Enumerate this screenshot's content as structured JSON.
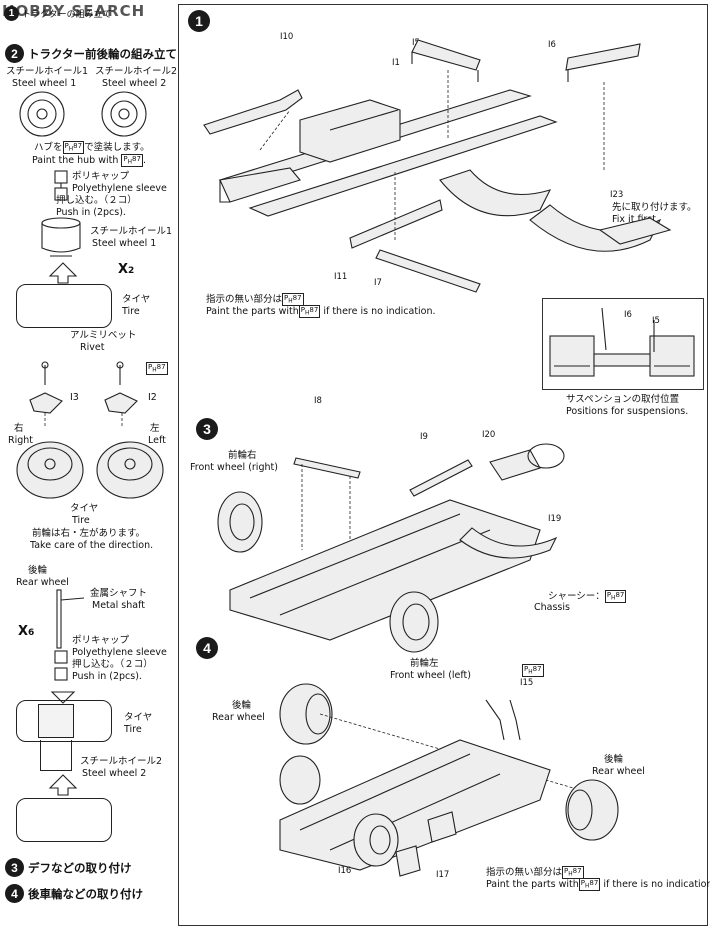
{
  "logo": "HOBBY SEARCH",
  "left": {
    "step1_title": "トラクターの組み立て",
    "step2_title": "トラクター前後輪の組み立て",
    "steel_wheel1_jp": "スチールホイール1",
    "steel_wheel1_en": "Steel wheel 1",
    "steel_wheel2_jp": "スチールホイール2",
    "steel_wheel2_en": "Steel wheel 2",
    "paint_hub_jp": "ハブを",
    "paint_hub_jp2": "で塗装します。",
    "paint_hub_en": "Paint the hub with",
    "paint_code": "87",
    "poly_jp": "ポリキャップ",
    "poly_en": "Polyethylene sleeve",
    "push_jp": "押し込む。（２コ）",
    "push_en": "Push in (2pcs).",
    "steel_wheel1b_jp": "スチールホイール1",
    "steel_wheel1b_en": "Steel wheel 1",
    "x2": "X",
    "x2_num": "2",
    "tire_jp": "タイヤ",
    "tire_en": "Tire",
    "rivet_jp": "アルミリベット",
    "rivet_en": "Rivet",
    "part_i3": "I3",
    "part_i2": "I2",
    "right_jp": "右",
    "right_en": "Right",
    "left_jp": "左",
    "left_en": "Left",
    "tire2_jp": "タイヤ",
    "tire2_en": "Tire",
    "direction_jp": "前輪は右・左があります。",
    "direction_en": "Take care of the direction.",
    "rear_jp": "後輪",
    "rear_en": "Rear wheel",
    "shaft_jp": "金属シャフト",
    "shaft_en": "Metal shaft",
    "x6": "X",
    "x6_num": "6",
    "poly2_jp": "ポリキャップ",
    "poly2_en": "Polyethylene sleeve",
    "push2_jp": "押し込む。（２コ）",
    "push2_en": "Push in (2pcs).",
    "tire3_jp": "タイヤ",
    "tire3_en": "Tire",
    "steel_wheel2b_jp": "スチールホイール2",
    "steel_wheel2b_en": "Steel wheel 2",
    "step3_title": "デフなどの取り付け",
    "step4_title": "後車輪などの取り付け",
    "n1": "1",
    "n2": "2",
    "n3": "3",
    "n4": "4"
  },
  "right": {
    "step1": "1",
    "i10": "I10",
    "i5": "I5",
    "i1": "I1",
    "i6": "I6",
    "i23": "I23",
    "fix_jp": "先に取り付けます。",
    "fix_en": "Fix it first.",
    "i11": "I11",
    "i7": "I7",
    "note_jp": "指示の無い部分は",
    "note_en_a": "Paint the parts with",
    "note_en_b": "if there is no indication.",
    "inset_i6": "I6",
    "inset_i5": "I5",
    "susp_jp": "サスペンションの取付位置",
    "susp_en": "Positions for suspensions.",
    "step3": "3",
    "i8": "I8",
    "i9": "I9",
    "i20": "I20",
    "i19": "I19",
    "fr_right_jp": "前輪右",
    "fr_right_en": "Front wheel (right)",
    "chassis_jp": "シャーシー：",
    "chassis_en": "Chassis",
    "fr_left_jp": "前輪左",
    "fr_left_en": "Front wheel (left)",
    "step4": "4",
    "i15": "I15",
    "rear_l_jp": "後輪",
    "rear_l_en": "Rear wheel",
    "rear_r_jp": "後輪",
    "rear_r_en": "Rear wheel",
    "i16": "I16",
    "i17": "I17",
    "note2_jp": "指示の無い部分は",
    "note2_en_a": "Paint the parts with",
    "note2_en_b": "if there is no indication.",
    "paint_code": "87"
  }
}
